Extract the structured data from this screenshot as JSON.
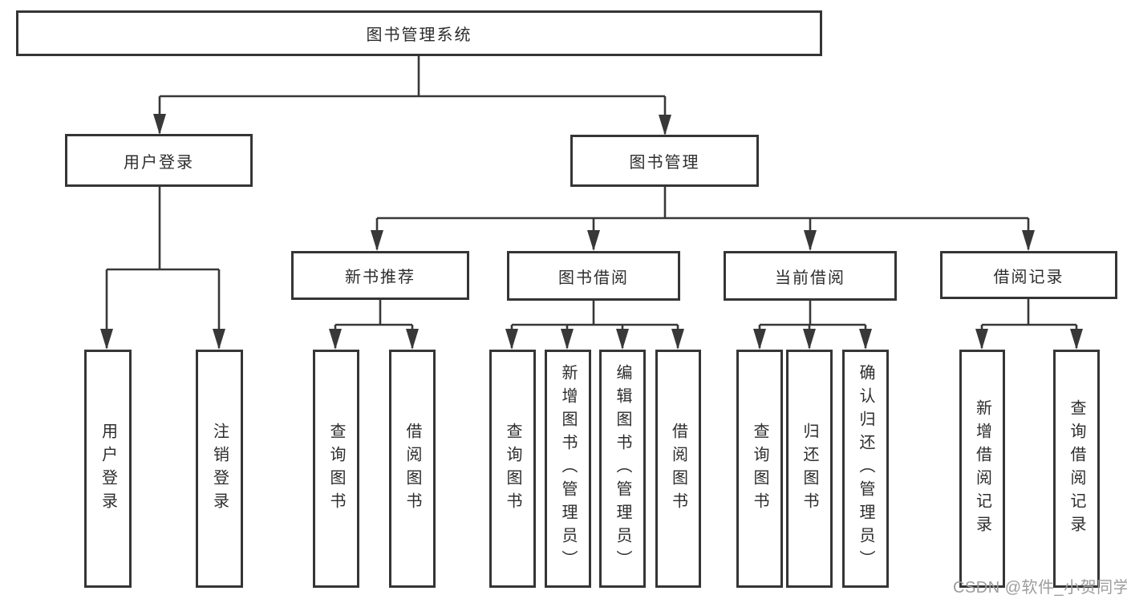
{
  "colors": {
    "line": "#383838",
    "box_border": "#353535",
    "text": "#2d2d2d",
    "watermark": "#9d9d9d",
    "background": "#ffffff"
  },
  "tree": {
    "label": "图书管理系统",
    "children": [
      {
        "label": "用户登录",
        "children": [
          {
            "label": "用户登录"
          },
          {
            "label": "注销登录"
          }
        ]
      },
      {
        "label": "图书管理",
        "children": [
          {
            "label": "新书推荐",
            "children": [
              {
                "label": "查询图书"
              },
              {
                "label": "借阅图书"
              }
            ]
          },
          {
            "label": "图书借阅",
            "children": [
              {
                "label": "查询图书"
              },
              {
                "label": "新增图书（管理员）"
              },
              {
                "label": "编辑图书（管理员）"
              },
              {
                "label": "借阅图书"
              }
            ]
          },
          {
            "label": "当前借阅",
            "children": [
              {
                "label": "查询图书"
              },
              {
                "label": "归还图书"
              },
              {
                "label": "确认归还（管理员）"
              }
            ]
          },
          {
            "label": "借阅记录",
            "children": [
              {
                "label": "新增借阅记录"
              },
              {
                "label": "查询借阅记录"
              }
            ]
          }
        ]
      }
    ]
  },
  "watermark": "CSDN @软件_小贺同学"
}
